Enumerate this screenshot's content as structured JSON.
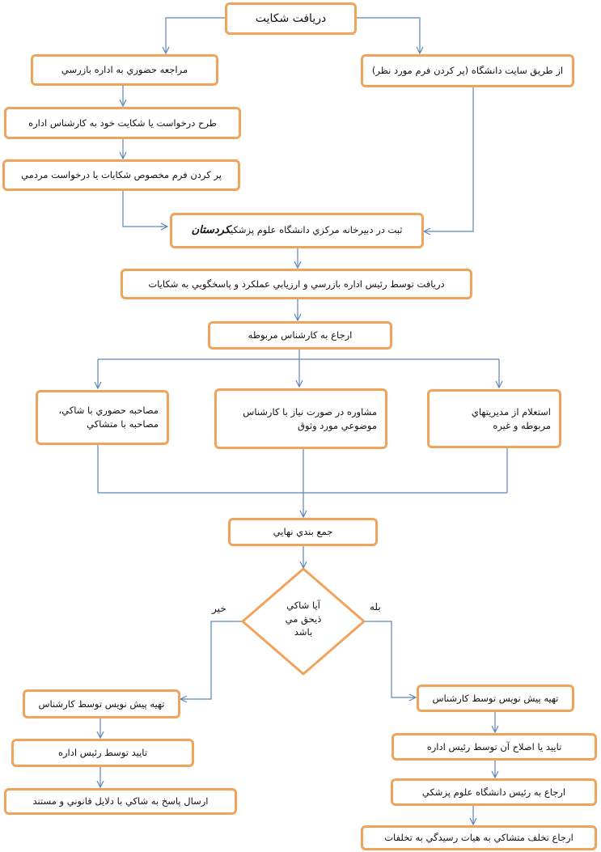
{
  "nodes": {
    "start": "دريافت شكايت",
    "in_person": "مراجعه حضوري به اداره بازرسي",
    "website": "از طريق سايت دانشگاه (پر كردن فرم مورد نظر)",
    "state_request": "طرح درخواست يا شكايت خود به كارشناس اداره",
    "fill_form": "پر كردن فرم مخصوص شكايات يا درخواست مردمي",
    "register_pre": "ثبت در دبيرخانه مركزي دانشگاه علوم پزشكي",
    "register_bold": "كردستان",
    "review": "دريافت توسط رئيس اداره بازرسي و ارزيابي عملكرد و پاسخگويي به شكايات",
    "refer_expert": "ارجاع به كارشناس مربوطه",
    "interview": "مصاحبه حضوري با شاكي،\nمصاحبه با متشاكي",
    "consult": "مشاوره در صورت نياز با كارشناس\nموضوعي مورد وثوق",
    "inquiry": "استعلام از مديريتهاي\nمربوطه و غيره",
    "summary": "جمع بندي نهايي",
    "decision": "آيا شاكي\nذيحق مي\nباشد",
    "no_draft": "تهيه پيش نويس توسط كارشناس",
    "no_approve": "تاييد توسط رئيس اداره",
    "no_send": "ارسال پاسخ به شاكي با دلايل قانوني و مستند",
    "yes_draft": "تهيه پيش نويس توسط كارشناس",
    "yes_approve": "تاييد يا اصلاح آن توسط رئيس اداره",
    "yes_refer": "ارجاع به رئيس دانشگاه علوم پزشكي",
    "yes_violation": "ارجاع تخلف متشاكي به هيات رسيدگي به تخلفات"
  },
  "labels": {
    "no": "خير",
    "yes": "بله"
  },
  "colors": {
    "box_border": "#f0a35a",
    "connector": "#5b86b8"
  }
}
